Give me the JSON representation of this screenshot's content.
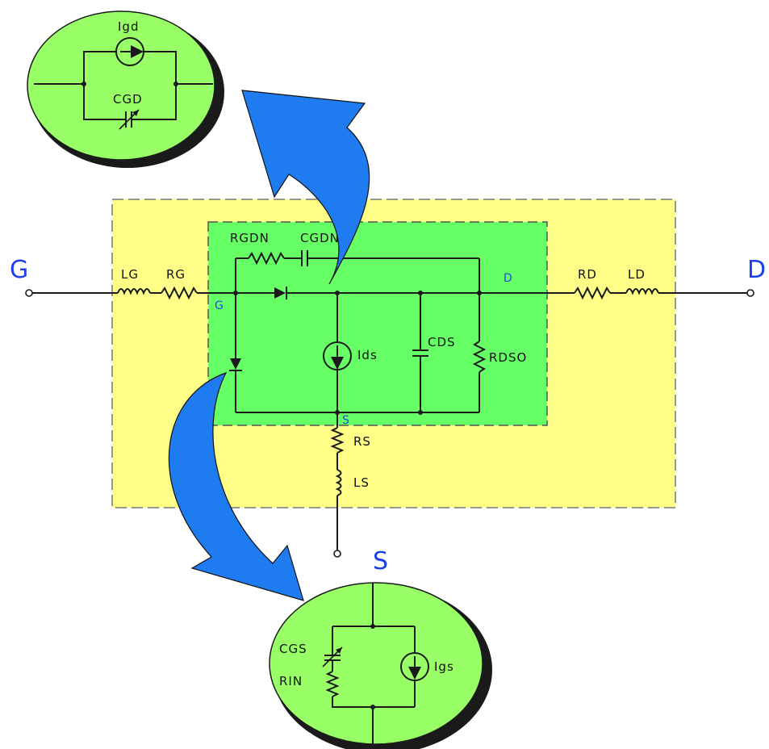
{
  "terminals": {
    "gate": "G",
    "drain": "D",
    "source": "S"
  },
  "nodes": {
    "gate": "G",
    "drain": "D",
    "source": "S"
  },
  "components": {
    "lg": "LG",
    "rg": "RG",
    "rgdn": "RGDN",
    "cgdn": "CGDN",
    "rd": "RD",
    "ld": "LD",
    "ids": "Ids",
    "cds": "CDS",
    "rdso": "RDSO",
    "rs": "RS",
    "ls": "LS"
  },
  "gate_drain_detail": {
    "current_source": "Igd",
    "capacitor": "CGD"
  },
  "gate_source_detail": {
    "capacitor": "CGS",
    "resistor": "RIN",
    "current_source": "Igs"
  },
  "colors": {
    "outer_box": "#ffff88",
    "inner_box": "#66ff66",
    "bubble": "#99ff66",
    "arrow": "#1e7bf0",
    "terminal_text": "#1d3fe8"
  }
}
